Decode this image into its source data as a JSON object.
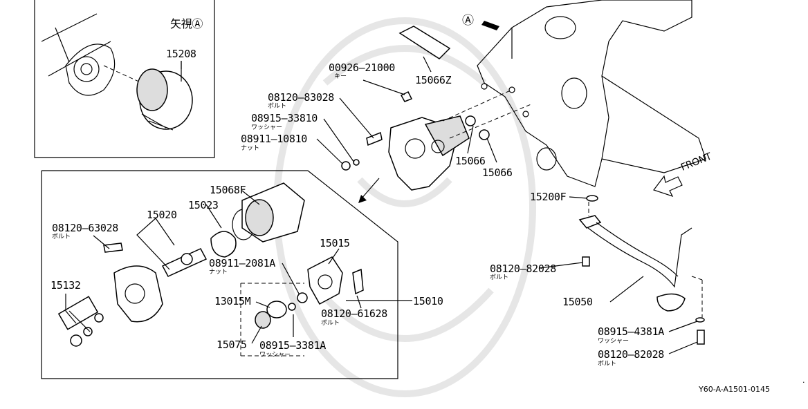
{
  "inset_view_label": "矢視Ⓐ",
  "view_marker": "Ⓐ",
  "front_label": "FRONT",
  "diagram_id": "Y60-A-A1501-0145",
  "corner_mark": ".",
  "parts": {
    "p15208": "15208",
    "p00926": "00926–21000",
    "p00926_jp": "キー",
    "p15066z": "15066Z",
    "p08120_83028": "08120–83028",
    "p08120_83028_jp": "ボルト",
    "p08915_33810": "08915–33810",
    "p08915_33810_jp": "ワッシャー",
    "p08911_10810": "08911–10810",
    "p08911_10810_jp": "ナット",
    "p15066a": "15066",
    "p15066b": "15066",
    "p15200f": "15200F",
    "p15068f": "15068F",
    "p15023": "15023",
    "p15020": "15020",
    "p08120_63028": "08120–63028",
    "p08120_63028_jp": "ボルト",
    "p15015": "15015",
    "p08911_2081a": "08911–2081A",
    "p08911_2081a_jp": "ナット",
    "p15132": "15132",
    "p13015m": "13015M",
    "p15010": "15010",
    "p08120_61628": "08120–61628",
    "p08120_61628_jp": "ボルト",
    "p15075": "15075",
    "p08915_3381a": "08915–3381A",
    "p08915_3381a_jp": "ワッシャー",
    "p08120_82028a": "08120–82028",
    "p08120_82028a_jp": "ボルト",
    "p15050": "15050",
    "p08915_4381a": "08915–4381A",
    "p08915_4381a_jp": "ワッシャー",
    "p08120_82028b": "08120–82028",
    "p08120_82028b_jp": "ボルト"
  }
}
